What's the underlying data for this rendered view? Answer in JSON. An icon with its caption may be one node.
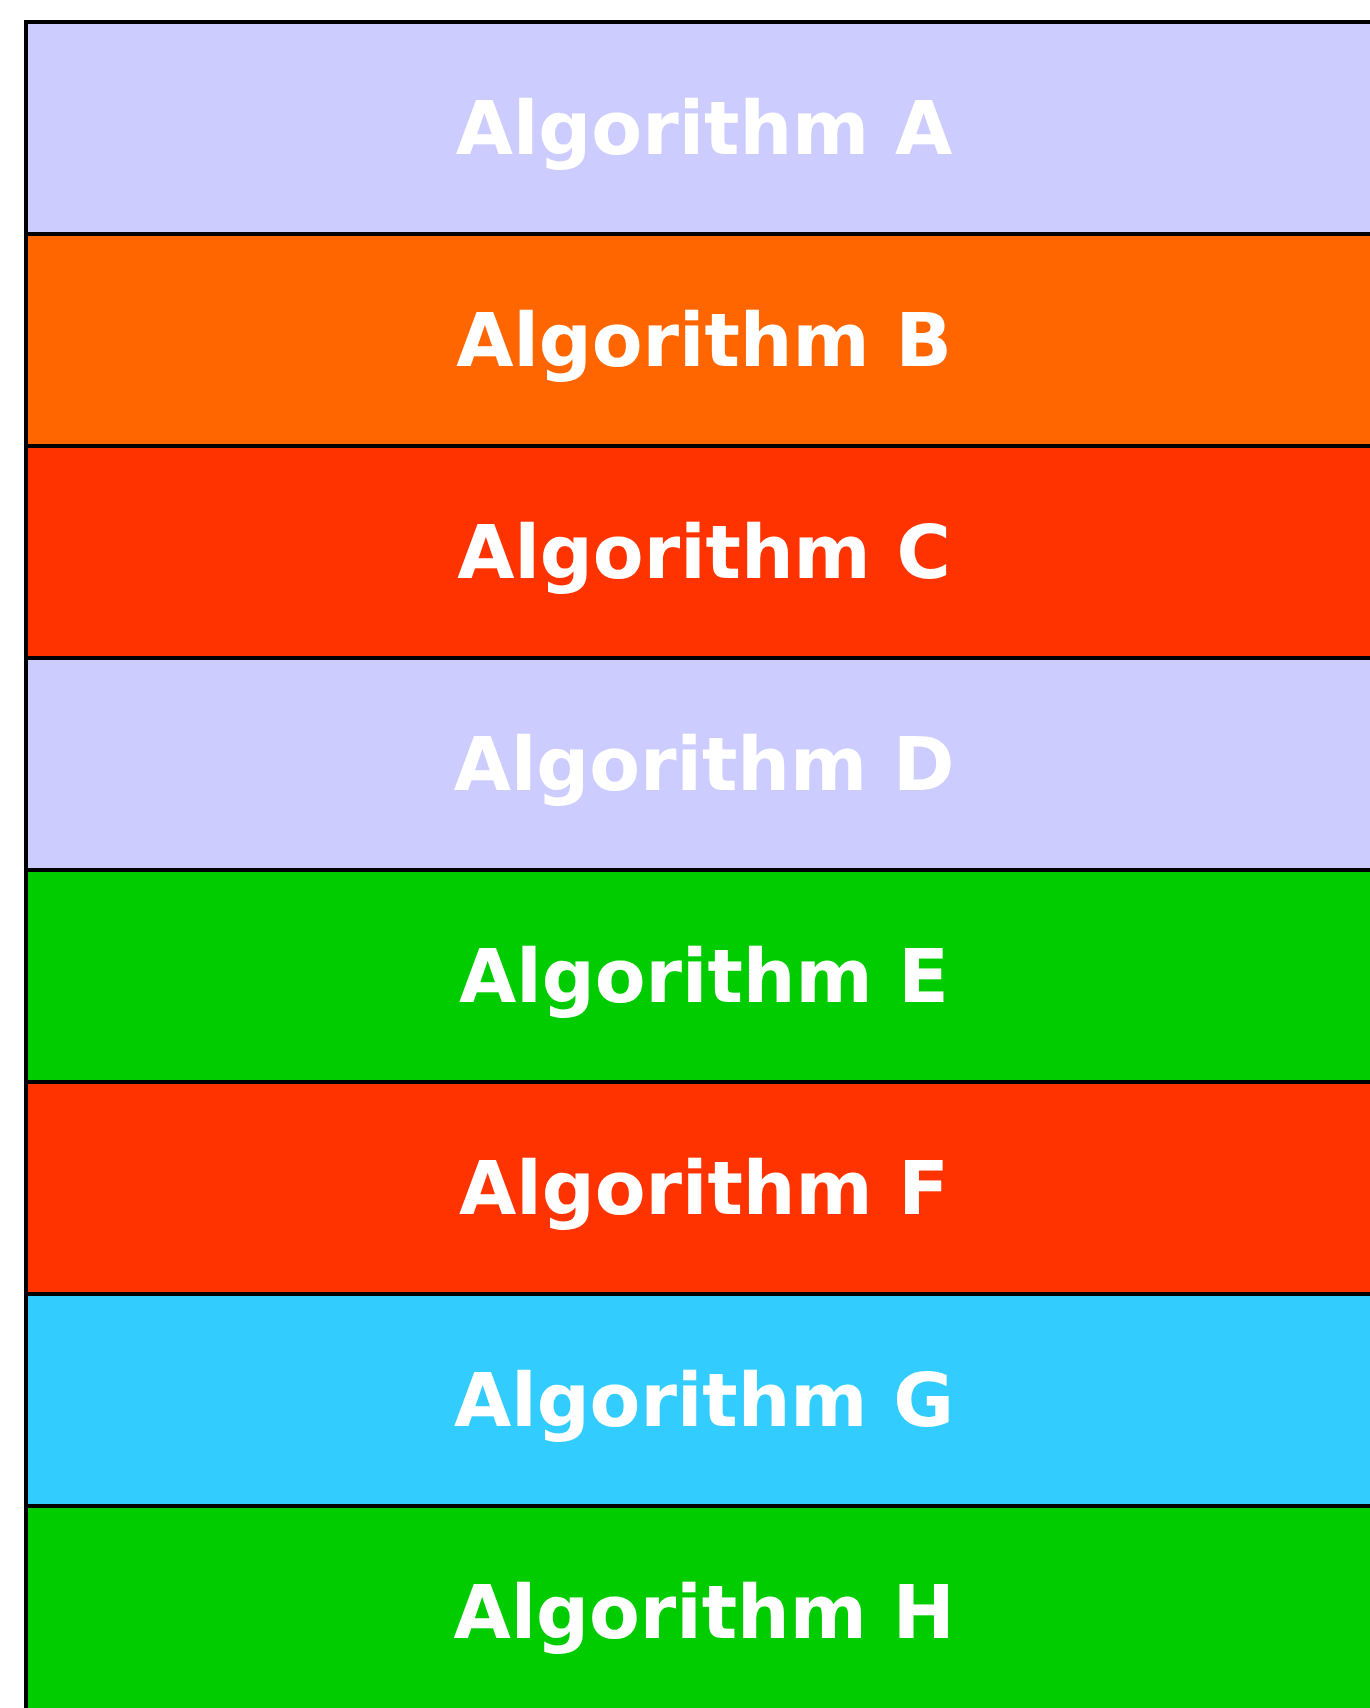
{
  "diagram": {
    "nodes": [
      {
        "text": [
          "Algorithm A"
        ]
      },
      {
        "text": [
          "Algorithm B"
        ]
      },
      {
        "text": [
          "Algorithm C"
        ]
      },
      {
        "text": [
          "Algorithm D"
        ]
      },
      {
        "text": [
          "Algorithm E"
        ]
      },
      {
        "text": [
          "Algorithm F"
        ]
      },
      {
        "text": [
          "Algorithm G"
        ]
      },
      {
        "text": [
          "Algorithm H"
        ]
      }
    ]
  }
}
